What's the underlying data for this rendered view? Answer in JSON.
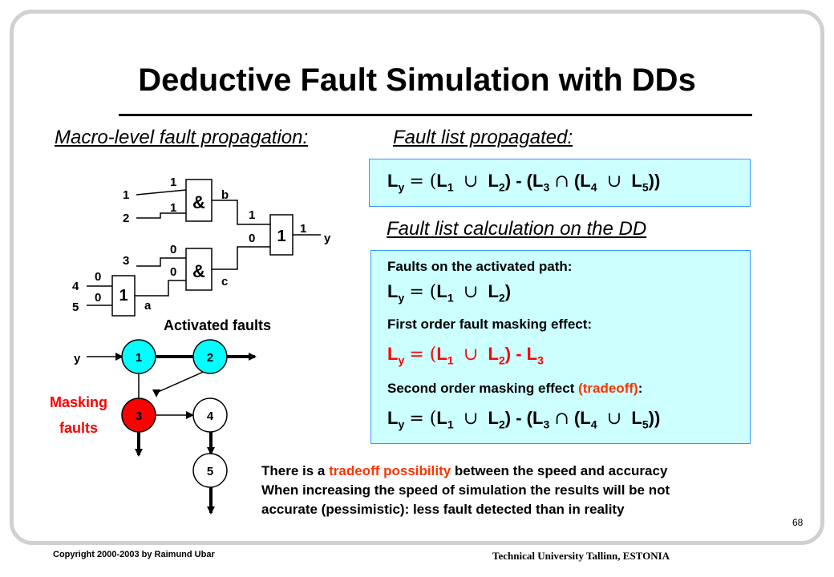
{
  "slide": {
    "title": "Deductive Fault Simulation with DDs",
    "page_number": "68",
    "copyright": "Copyright 2000-2003 by Raimund Ubar",
    "institution": "Technical University Tallinn, ESTONIA"
  },
  "left": {
    "heading": "Macro-level fault propagation:",
    "circuit": {
      "inputs": [
        "1",
        "2",
        "3",
        "4",
        "5"
      ],
      "gate1_symbol": "&",
      "gate2_symbol": "&",
      "gate3_symbol": "1",
      "gate4_symbol": "1",
      "in1_value": "1",
      "in2_value": "1",
      "and2_in1_value": "0",
      "and2_in2_value": "0",
      "or_in1_value": "1",
      "or_in2_value": "0",
      "or_out_value": "1",
      "in4_value": "0",
      "in5_value": "0",
      "wire_a": "a",
      "wire_b": "b",
      "wire_c": "c",
      "output": "y"
    },
    "dd": {
      "activated_label": "Activated faults",
      "masking_label_1": "Masking",
      "masking_label_2": "faults",
      "root_label": "y",
      "node1": "1",
      "node2": "2",
      "node3": "3",
      "node4": "4",
      "node5": "5",
      "color_activated": "#00ffff",
      "color_masking": "#ff0000"
    }
  },
  "right": {
    "heading1": "Fault list propagated:",
    "heading2": "Fault list calculation on the DD",
    "label_activated": "Faults on the activated path:",
    "label_first": "First order fault masking effect:",
    "label_second": "Second order masking effect",
    "label_tradeoff": "(tradeoff)",
    "label_colon": ":",
    "box_color": "#ccffff"
  },
  "note": {
    "line1_a": "There is a",
    "line1_b": "tradeoff possibility",
    "line1_c": "between the speed and accuracy",
    "line2": "When increasing the speed of simulation the results will be not",
    "line3": "accurate (pessimistic): less fault detected than in reality"
  }
}
